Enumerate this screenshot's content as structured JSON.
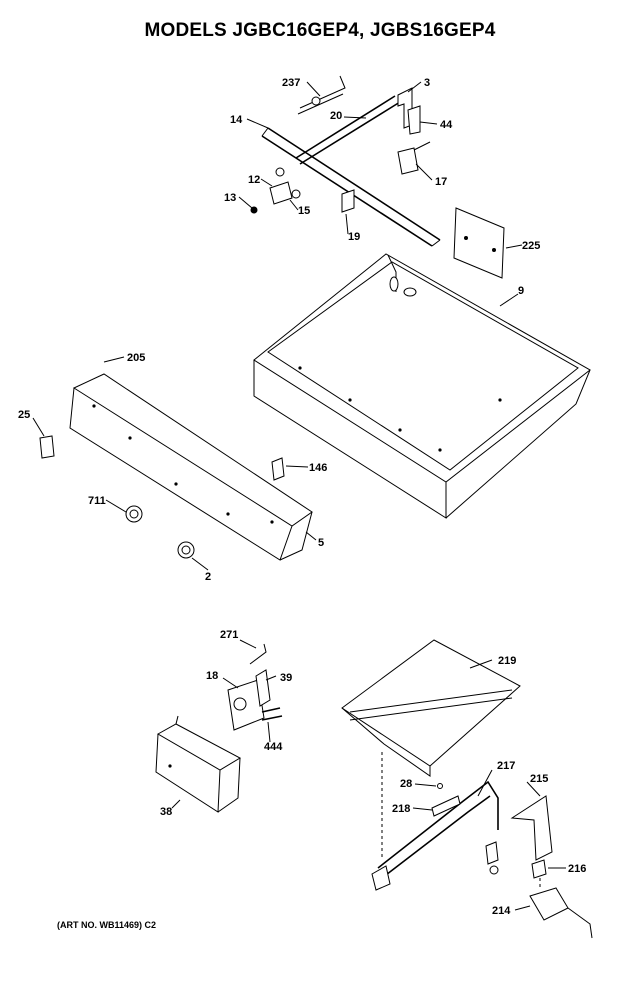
{
  "title": "MODELS JGBC16GEP4, JGBS16GEP4",
  "art_no": "(ART NO. WB11469) C2",
  "labels": {
    "l237": "237",
    "l3": "3",
    "l14": "14",
    "l20": "20",
    "l44": "44",
    "l12": "12",
    "l17": "17",
    "l13": "13",
    "l15": "15",
    "l19": "19",
    "l225": "225",
    "l9": "9",
    "l205": "205",
    "l25": "25",
    "l146": "146",
    "l711": "711",
    "l5": "5",
    "l2": "2",
    "l271": "271",
    "l18": "18",
    "l39": "39",
    "l444": "444",
    "l38": "38",
    "l219": "219",
    "l217": "217",
    "l215": "215",
    "l28": "28",
    "l218": "218",
    "l216": "216",
    "l214": "214"
  }
}
